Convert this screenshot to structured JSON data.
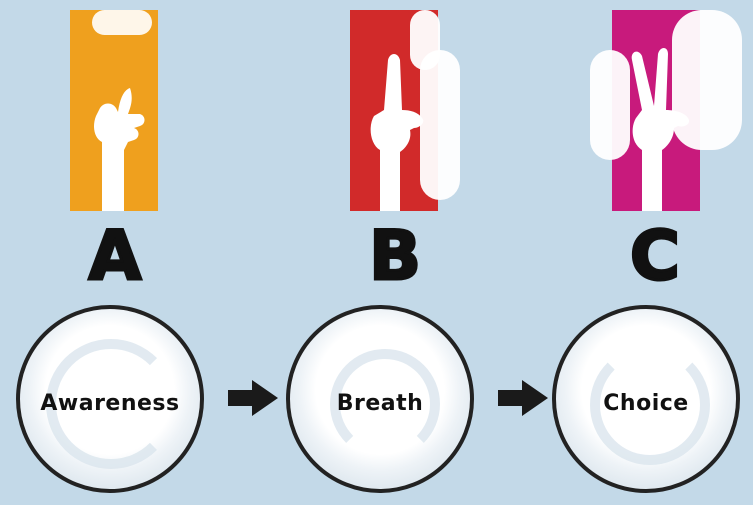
{
  "colors": {
    "background": "#c3d9e8",
    "banner_a": "#efa01e",
    "banner_b": "#d12a2a",
    "banner_c": "#c81a7c",
    "ink": "#111111"
  },
  "steps": [
    {
      "letter": "A",
      "label": "Awareness",
      "icon": "thumbs-up-hand-icon"
    },
    {
      "letter": "B",
      "label": "Breath",
      "icon": "one-finger-hand-icon"
    },
    {
      "letter": "C",
      "label": "Choice",
      "icon": "two-fingers-hand-icon"
    }
  ],
  "connectors": [
    "right-arrow-icon",
    "right-arrow-icon"
  ]
}
